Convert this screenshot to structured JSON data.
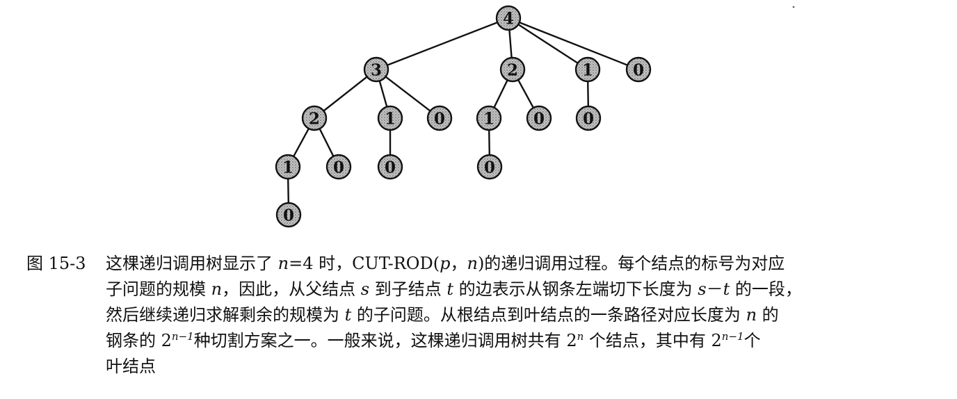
{
  "tree": {
    "nodes": [
      {
        "id": "n4",
        "label": "4"
      },
      {
        "id": "n3",
        "label": "3"
      },
      {
        "id": "n2a",
        "label": "2"
      },
      {
        "id": "n1a",
        "label": "1"
      },
      {
        "id": "n0a",
        "label": "0"
      },
      {
        "id": "n0b",
        "label": "0"
      },
      {
        "id": "n1b",
        "label": "1"
      },
      {
        "id": "n0c",
        "label": "0"
      },
      {
        "id": "n0d",
        "label": "0"
      },
      {
        "id": "n2b",
        "label": "2"
      },
      {
        "id": "n1c",
        "label": "1"
      },
      {
        "id": "n0e",
        "label": "0"
      },
      {
        "id": "n0f",
        "label": "0"
      },
      {
        "id": "n1d",
        "label": "1"
      },
      {
        "id": "n0g",
        "label": "0"
      },
      {
        "id": "n0h",
        "label": "0"
      }
    ],
    "edges": [
      [
        "n4",
        "n3"
      ],
      [
        "n4",
        "n2b"
      ],
      [
        "n4",
        "n1d"
      ],
      [
        "n4",
        "n0h"
      ],
      [
        "n3",
        "n2a"
      ],
      [
        "n3",
        "n1b"
      ],
      [
        "n3",
        "n0d"
      ],
      [
        "n2a",
        "n1a"
      ],
      [
        "n2a",
        "n0b"
      ],
      [
        "n1a",
        "n0a"
      ],
      [
        "n1b",
        "n0c"
      ],
      [
        "n2b",
        "n1c"
      ],
      [
        "n2b",
        "n0f"
      ],
      [
        "n1c",
        "n0e"
      ],
      [
        "n1d",
        "n0g"
      ]
    ]
  },
  "caption": {
    "label": "图 15-3",
    "l1a": "这棵递归调用树显示了 ",
    "l1b": "n",
    "l1c": "=4 时，CUT-ROD(",
    "l1d": "p",
    "l1e": "，",
    "l1f": "n",
    "l1g": ")的递归调用过程。每个结点的标号为对应",
    "l2a": "子问题的规模 ",
    "l2b": "n",
    "l2c": "，因此，从父结点 ",
    "l2d": "s",
    "l2e": " 到子结点 ",
    "l2f": "t",
    "l2g": " 的边表示从钢条左端切下长度为 ",
    "l2h": "s",
    "l2i": "－",
    "l2j": "t",
    "l2k": " 的一段，",
    "l3a": "然后继续递归求解剩余的规模为 ",
    "l3b": "t",
    "l3c": " 的子问题。从根结点到叶结点的一条路径对应长度为 ",
    "l3d": "n",
    "l3e": " 的",
    "l4a": "钢条的 2",
    "l4b": "n−1",
    "l4c": "种切割方案之一。一般来说，这棵递归调用树共有 2",
    "l4d": "n",
    "l4e": " 个结点，其中有 2",
    "l4f": "n−1",
    "l4g": "个",
    "l5a": "叶结点"
  }
}
